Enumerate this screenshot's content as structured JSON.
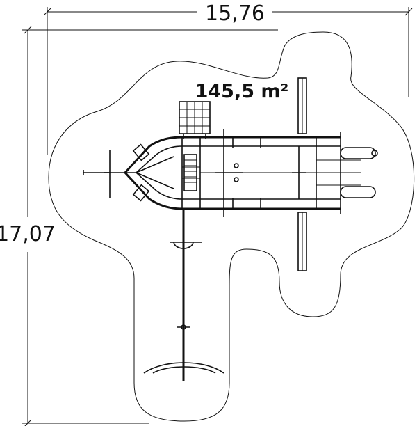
{
  "dimensions": {
    "width_label": "15,76",
    "height_label": "17,07"
  },
  "area_label": "145,5 m²"
}
